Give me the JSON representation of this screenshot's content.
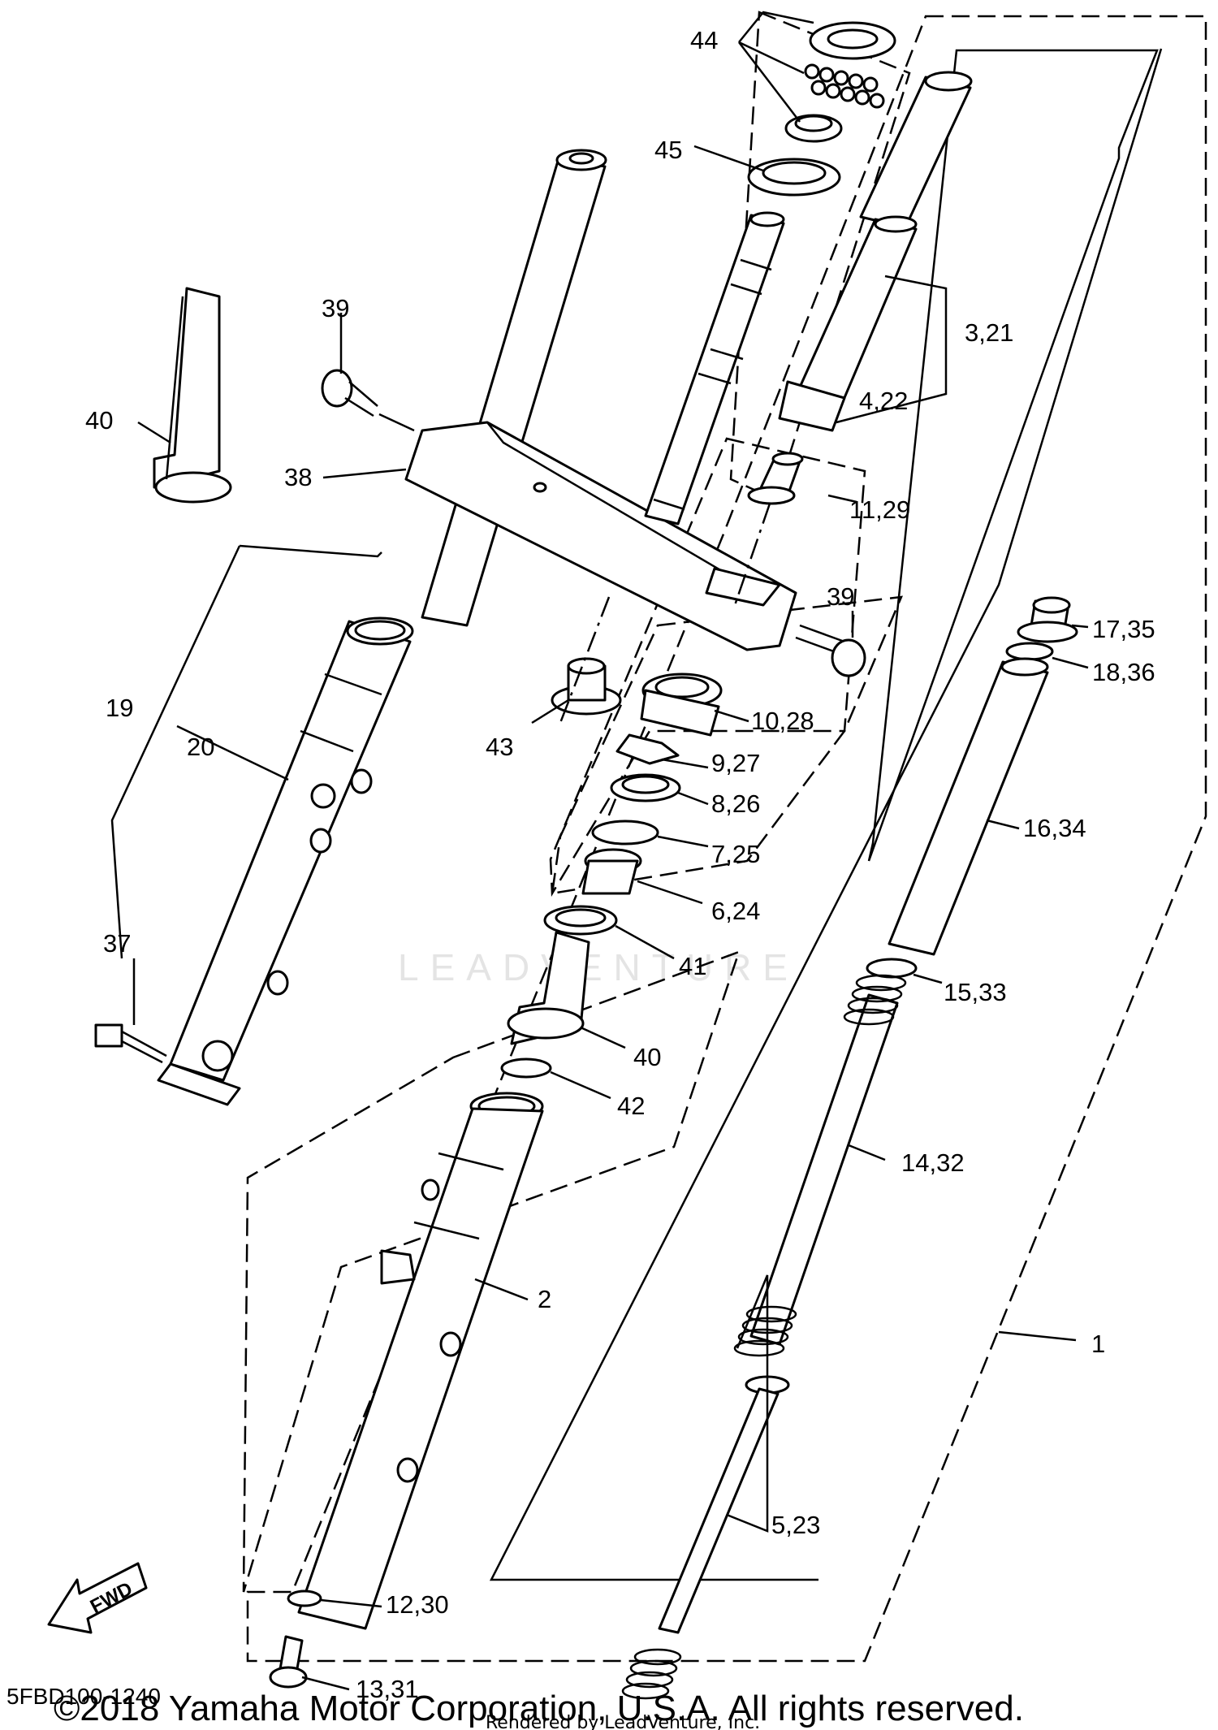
{
  "diagram": {
    "watermark": "LEADVENTURE",
    "callouts": [
      "1",
      "2",
      "3,21",
      "4,22",
      "5,23",
      "6,24",
      "7,25",
      "8,26",
      "9,27",
      "10,28",
      "11,29",
      "12,30",
      "13,31",
      "14,32",
      "15,33",
      "16,34",
      "17,35",
      "18,36",
      "19",
      "20",
      "37",
      "38",
      "39",
      "39",
      "40",
      "40",
      "41",
      "42",
      "43",
      "44",
      "45"
    ],
    "fwd_label": "FWD",
    "diagram_code": "5FBD100-1240",
    "copyright": "©2018 Yamaha Motor Corporation, U.S.A. All rights reserved.",
    "rendered_by": "Rendered by LeadVenture, Inc."
  }
}
